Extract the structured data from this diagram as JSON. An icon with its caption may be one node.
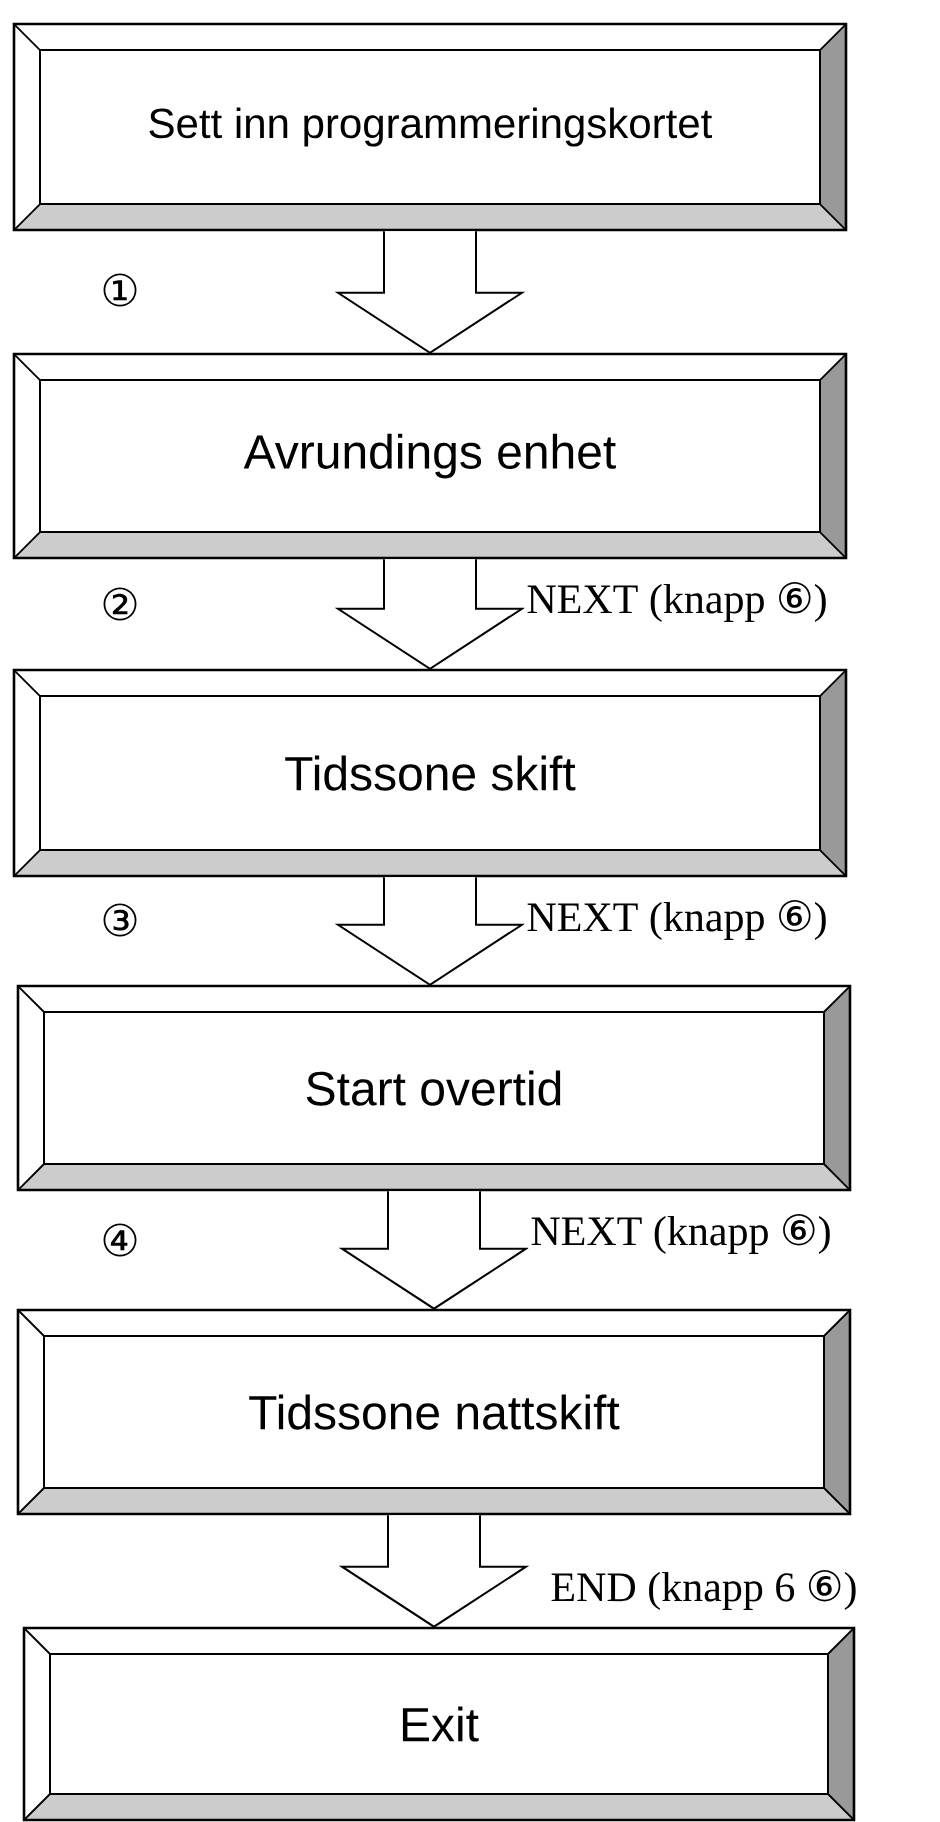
{
  "diagram": {
    "nodes": [
      {
        "text": [
          "Sett inn programmeringskortet"
        ]
      },
      {
        "text": [
          "Avrundings enhet"
        ]
      },
      {
        "text": [
          "Tidssone skift"
        ]
      },
      {
        "text": [
          "Start overtid"
        ]
      },
      {
        "text": [
          "Tidssone nattskift"
        ]
      },
      {
        "text": [
          "Exit"
        ]
      }
    ],
    "edges": [
      {
        "from": 0,
        "to": 1,
        "arrow": "to"
      },
      {
        "from": 1,
        "to": 2,
        "arrow": "to",
        "label": "NEXT (knapp ⑥)"
      },
      {
        "from": 2,
        "to": 3,
        "arrow": "to",
        "label": "NEXT (knapp ⑥)"
      },
      {
        "from": 3,
        "to": 4,
        "arrow": "to",
        "label": "NEXT (knapp ⑥)"
      },
      {
        "from": 4,
        "to": 5,
        "arrow": "to",
        "label": "END (knapp 6 ⑥)"
      }
    ],
    "labels": [
      "①",
      "②",
      "③",
      "④"
    ]
  }
}
